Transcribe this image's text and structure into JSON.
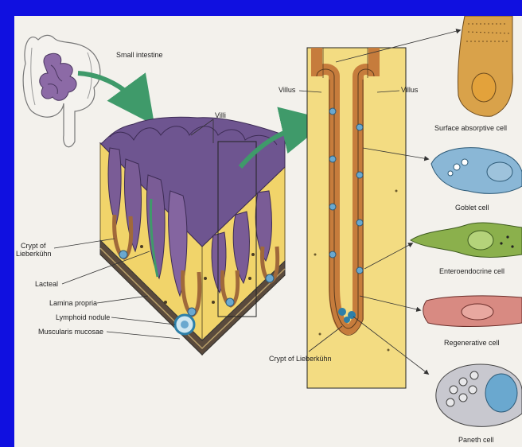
{
  "labels": {
    "small_intestine": "Small intestine",
    "villi": "Villi",
    "villus_left": "Villus",
    "villus_right": "Villus",
    "crypt_left_line1": "Crypt of",
    "crypt_left_line2": "Lieberkühn",
    "lacteal": "Lacteal",
    "lamina_propria": "Lamina propria",
    "lymphoid_nodule": "Lymphoid nodule",
    "muscularis_mucosae": "Muscularis mucosae",
    "crypt_center": "Crypt of Lieberkühn"
  },
  "cells": [
    {
      "label": "Surface absorptive cell"
    },
    {
      "label": "Goblet cell"
    },
    {
      "label": "Enteroendocrine cell"
    },
    {
      "label": "Regenerative cell"
    },
    {
      "label": "Paneth cell"
    }
  ],
  "colors": {
    "frame": "#1010e0",
    "paper": "#f3f1ec",
    "villus_purple": "#7a5c96",
    "lamina_yellow": "#f1d46a",
    "epithelium_orange": "#d9894a",
    "cell_blue": "#6aa8cf",
    "arrow_green": "#3f9a6a"
  }
}
